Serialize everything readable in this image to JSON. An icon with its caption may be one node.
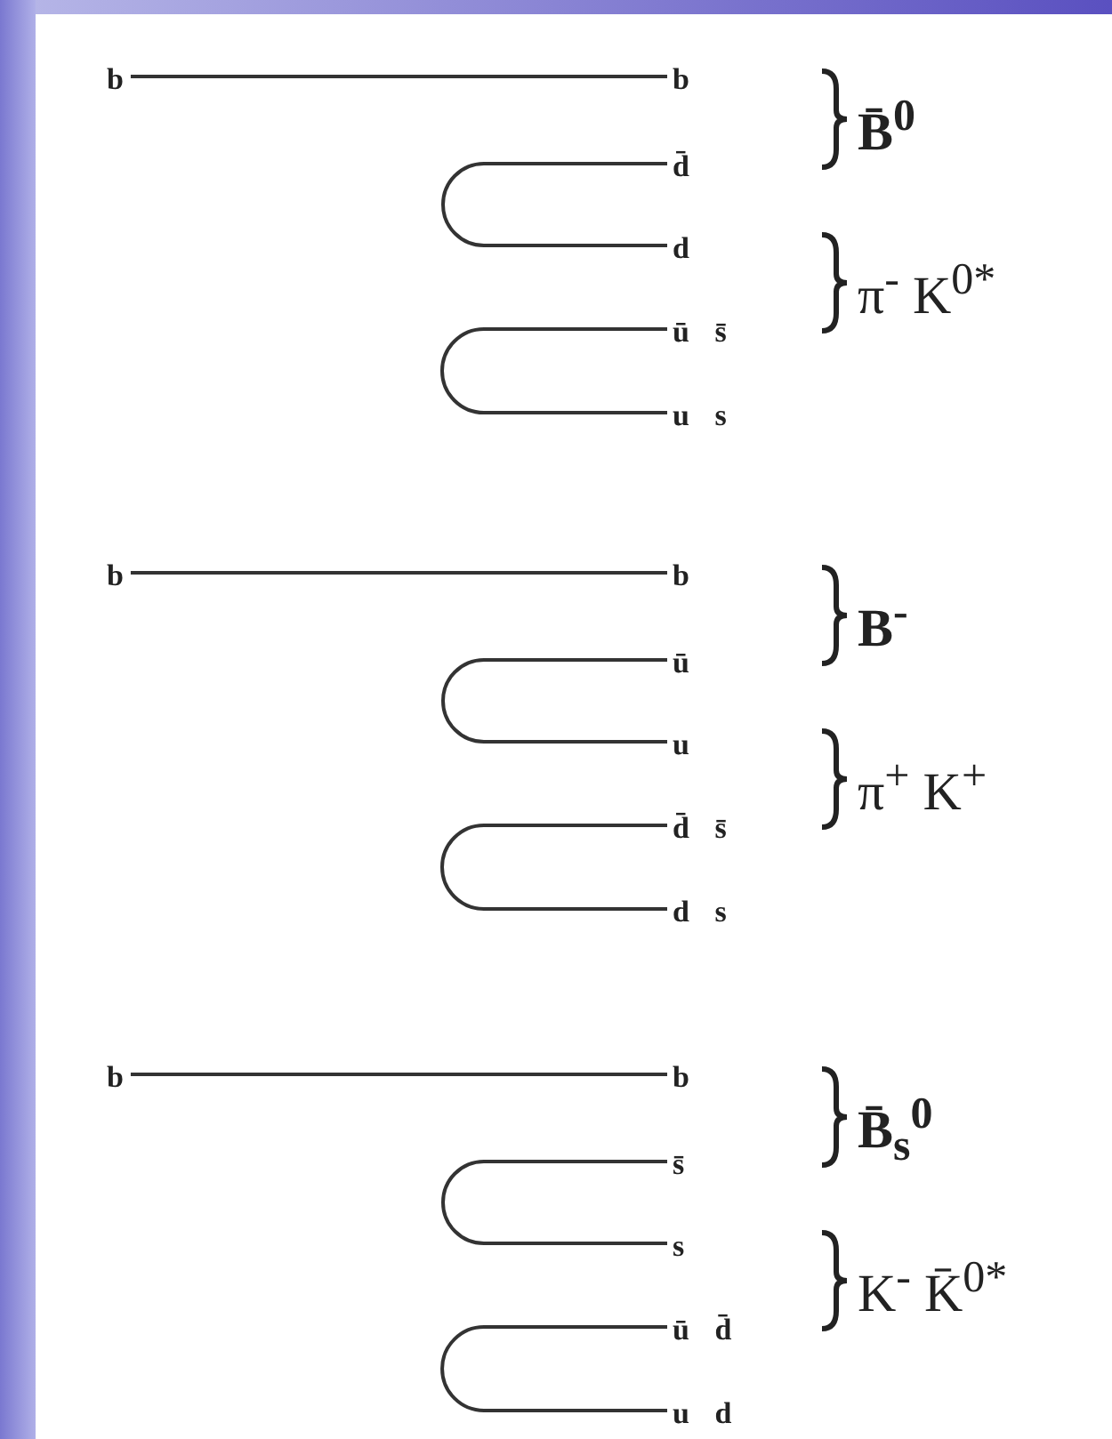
{
  "diagram": {
    "nodes": [
      {
        "text": [
          "b"
        ]
      },
      {
        "text": [
          "b"
        ]
      },
      {
        "text": [
          "d̄"
        ]
      },
      {
        "text": [
          "d"
        ]
      },
      {
        "text": [
          "ū s̄"
        ]
      },
      {
        "text": [
          "u s"
        ]
      },
      {
        "text": [
          "b"
        ]
      },
      {
        "text": [
          "b"
        ]
      },
      {
        "text": [
          "ū"
        ]
      },
      {
        "text": [
          "u"
        ]
      },
      {
        "text": [
          "d̄ s̄"
        ]
      },
      {
        "text": [
          "d s"
        ]
      },
      {
        "text": [
          "b"
        ]
      },
      {
        "text": [
          "b"
        ]
      },
      {
        "text": [
          "s̄"
        ]
      },
      {
        "text": [
          "s"
        ]
      },
      {
        "text": [
          "ū d̄"
        ]
      },
      {
        "text": [
          "u d"
        ]
      }
    ],
    "edges": [
      {
        "from": 0,
        "to": 1,
        "arrow": "none"
      },
      {
        "from": 2,
        "to": 3,
        "arrow": "none"
      },
      {
        "from": 4,
        "to": 5,
        "arrow": "none"
      },
      {
        "from": 6,
        "to": 7,
        "arrow": "none"
      },
      {
        "from": 8,
        "to": 9,
        "arrow": "none"
      },
      {
        "from": 10,
        "to": 11,
        "arrow": "none"
      },
      {
        "from": 12,
        "to": 13,
        "arrow": "none"
      },
      {
        "from": 14,
        "to": 15,
        "arrow": "none"
      },
      {
        "from": 16,
        "to": 17,
        "arrow": "none"
      }
    ],
    "labels": [
      "B̄$^{0}$",
      "π$^{-}$ K$^{0*}$",
      "B$^{-}$",
      "π$^{+}$ K$^{+}$",
      "B̄$_{s}$$^{0}$",
      "K$^{-}$ K̄$^{0*}$"
    ]
  }
}
